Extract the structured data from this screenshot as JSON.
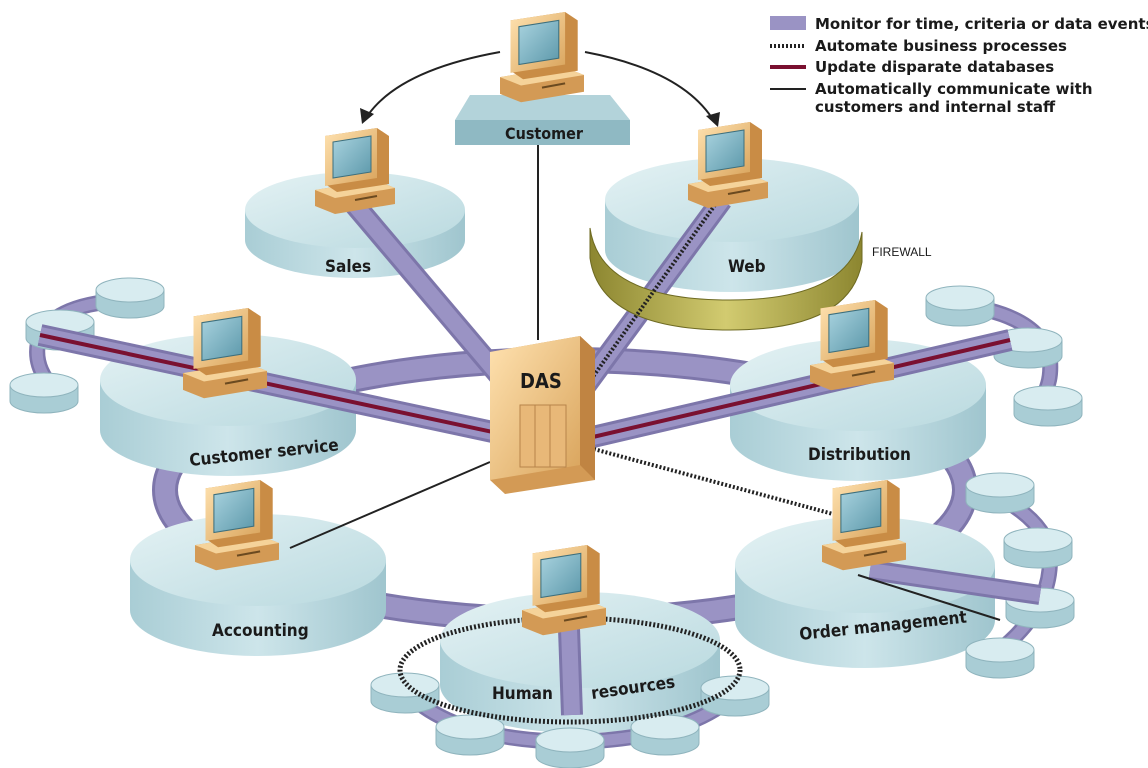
{
  "legend": {
    "items": [
      {
        "style": "purple-band",
        "color": "#9a93c4",
        "label": "Monitor for time, criteria or data events"
      },
      {
        "style": "dotted",
        "color": "#222222",
        "label": "Automate business processes"
      },
      {
        "style": "maroon-line",
        "color": "#7a1030",
        "label": "Update disparate databases"
      },
      {
        "style": "thin-line",
        "color": "#222222",
        "label_line1": "Automatically communicate with",
        "label_line2": "customers and internal staff"
      }
    ]
  },
  "nodes": {
    "customer": "Customer",
    "sales": "Sales",
    "web": "Web",
    "firewall": "FIREWALL",
    "das": "DAS",
    "customer_service": "Customer service",
    "distribution": "Distribution",
    "accounting": "Accounting",
    "order_management": "Order management",
    "human_resources_1": "Human",
    "human_resources_2": "resources"
  },
  "colors": {
    "platform_top": "#cfe6ea",
    "platform_side": "#a9cdd5",
    "band": "#9a93c4",
    "band_dark": "#7d76aa",
    "maroon": "#7a1030",
    "computer_body": "#f3c88a",
    "computer_dark": "#d39a55",
    "screen": "#7fb6c6",
    "firewall": "#b8b04a"
  }
}
